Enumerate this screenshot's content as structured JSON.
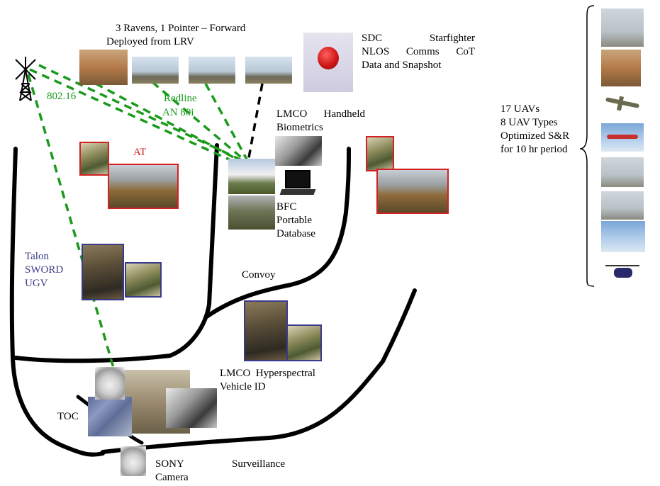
{
  "labels": {
    "ravens_line1": "3 Ravens, 1 Pointer – Forward",
    "ravens_line2": "Deployed from LRV",
    "sdc_line1": "SDC          Starfighter",
    "sdc_line2": "NLOS Comms CoT",
    "sdc_line3": "Data and Snapshot",
    "wimax": "802.16",
    "redline_line1": "Redline",
    "redline_line2": "AN 80i",
    "lmco_bio_line1": "LMCO       Handheld",
    "lmco_bio_line2": "Biometrics",
    "at": "AT",
    "bfc_line1": "BFC",
    "bfc_line2": "Portable",
    "bfc_line3": "Database",
    "talon_line1": "Talon",
    "talon_line2": "SWORD",
    "talon_line3": "UGV",
    "convoy": "Convoy",
    "lmco_hyper_line1": "LMCO  Hyperspectral",
    "lmco_hyper_line2": "Vehicle ID",
    "toc": "TOC",
    "sony_line1": "SONY          Surveillance",
    "sony_line2": "Camera",
    "uav_line1": "17 UAVs",
    "uav_line2": "8 UAV Types",
    "uav_line3": "Optimized S&R",
    "uav_line4": "for 10 hr period"
  },
  "colors": {
    "green_link": "#1a9a1a",
    "red_label": "#d42020",
    "blue_label": "#3a3a8a",
    "road": "#000000"
  }
}
